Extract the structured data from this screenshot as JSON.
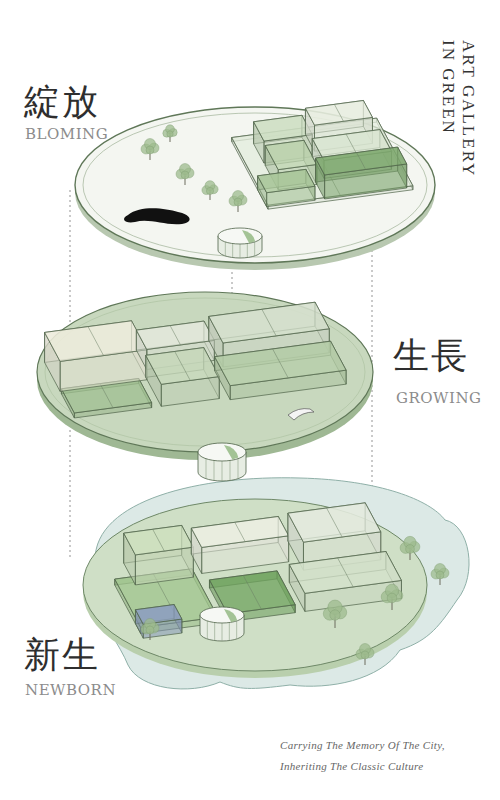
{
  "diagram": {
    "title": "ART GALLERY IN GREEN",
    "caption": "Carrying The Memory Of The City, Inheriting The Classic Culture",
    "labels": [
      "綻放",
      "BLOMING",
      "生長",
      "GROWING",
      "新生",
      "NEWBORN"
    ]
  }
}
